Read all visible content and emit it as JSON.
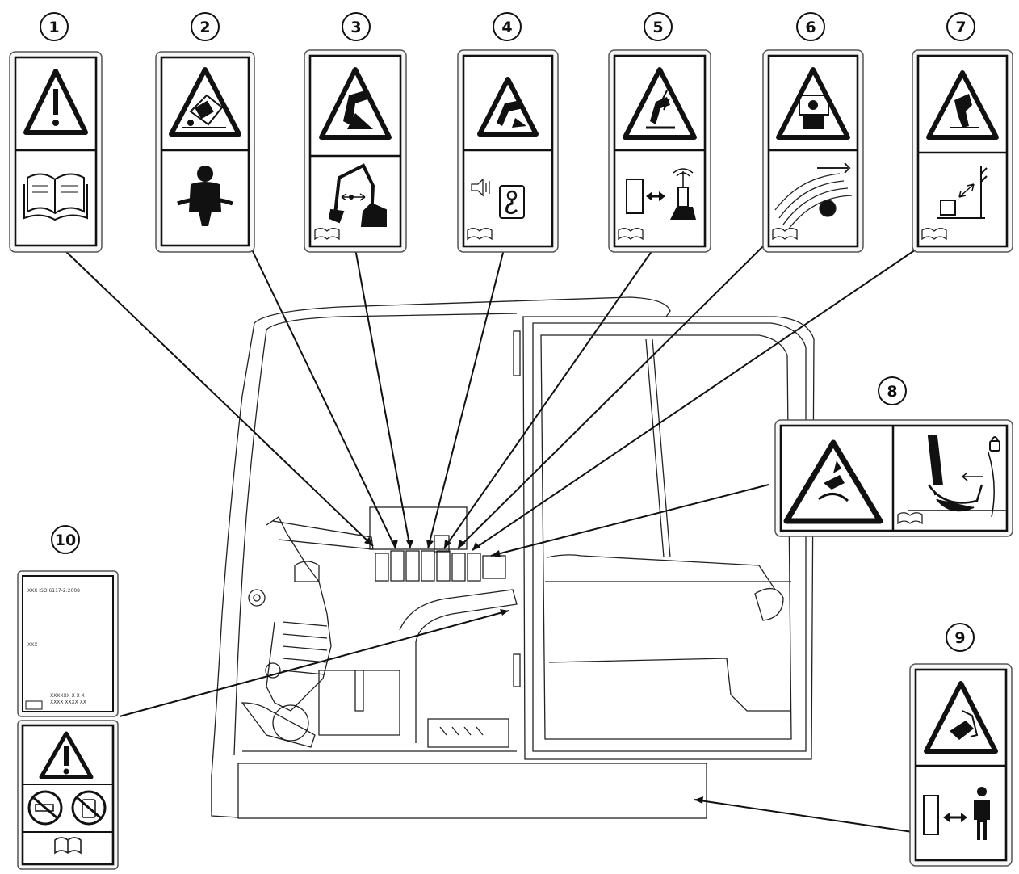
{
  "callouts": [
    {
      "num": "1",
      "pictogram": "general-warning-manual"
    },
    {
      "num": "2",
      "pictogram": "rollover-seatbelt"
    },
    {
      "num": "3",
      "pictogram": "boom-crush-distance"
    },
    {
      "num": "4",
      "pictogram": "lifting-hook-alarm"
    },
    {
      "num": "5",
      "pictogram": "electrocution-distance"
    },
    {
      "num": "6",
      "pictogram": "rotating-parts-maintenance"
    },
    {
      "num": "7",
      "pictogram": "falling-object-clearance"
    },
    {
      "num": "8",
      "pictogram": "crushing-lock"
    },
    {
      "num": "9",
      "pictogram": "crushing-keep-distance"
    },
    {
      "num": "10",
      "pictogram": "noise-plate-warning"
    }
  ],
  "plate_text": {
    "line1": "XXX  ISO 6117-2:2008",
    "line2": "XXX",
    "line3": "XXXXXX X X X",
    "line4": "XXXX XXXX XX"
  },
  "colors": {
    "line": "#111111",
    "background": "#ffffff",
    "label_fill": "#ffffff"
  }
}
